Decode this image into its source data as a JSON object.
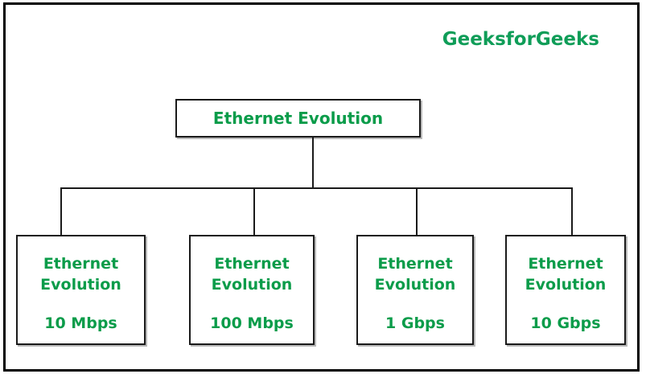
{
  "diagram": {
    "watermark": "GeeksforGeeks",
    "accent_color": "#0b9c4a",
    "line_color": "#1a1a1a",
    "background_color": "#ffffff",
    "root": {
      "label": "Ethernet Evolution"
    },
    "children": [
      {
        "title_line1": "Ethernet",
        "title_line2": "Evolution",
        "speed": "10 Mbps"
      },
      {
        "title_line1": "Ethernet",
        "title_line2": "Evolution",
        "speed": "100 Mbps"
      },
      {
        "title_line1": "Ethernet",
        "title_line2": "Evolution",
        "speed": "1 Gbps"
      },
      {
        "title_line1": "Ethernet",
        "title_line2": "Evolution",
        "speed": "10 Gbps"
      }
    ]
  }
}
